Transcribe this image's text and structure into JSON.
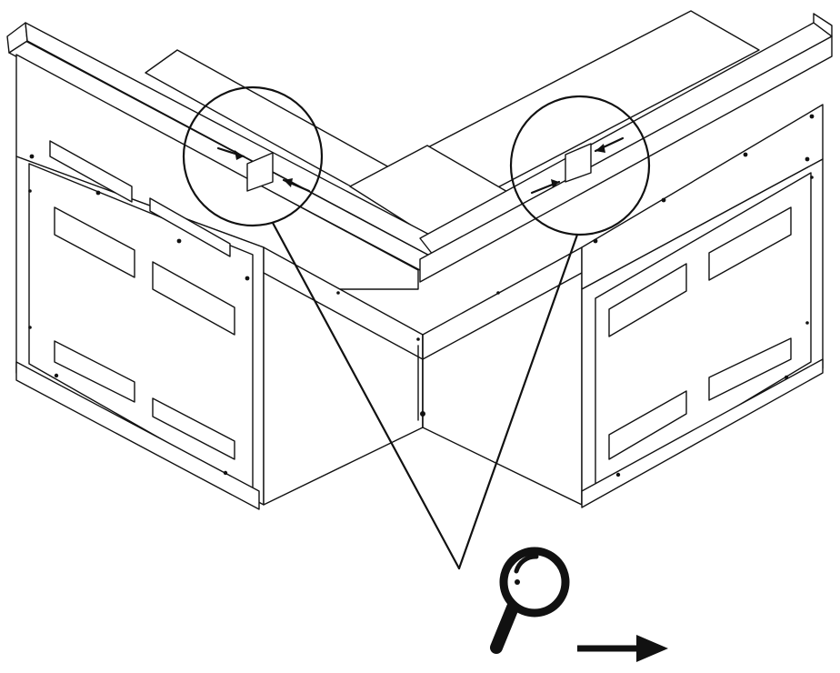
{
  "figure": {
    "subject": "corner-cabinet-assembly",
    "detail_callouts": [
      {
        "id": "left-joint",
        "symbol": "circle"
      },
      {
        "id": "right-joint",
        "symbol": "circle"
      }
    ],
    "indicators": {
      "magnifier_icon": "magnifier-icon",
      "arrow_icon": "right-arrow-icon"
    },
    "colors": {
      "stroke": "#111111",
      "background": "#ffffff"
    }
  }
}
